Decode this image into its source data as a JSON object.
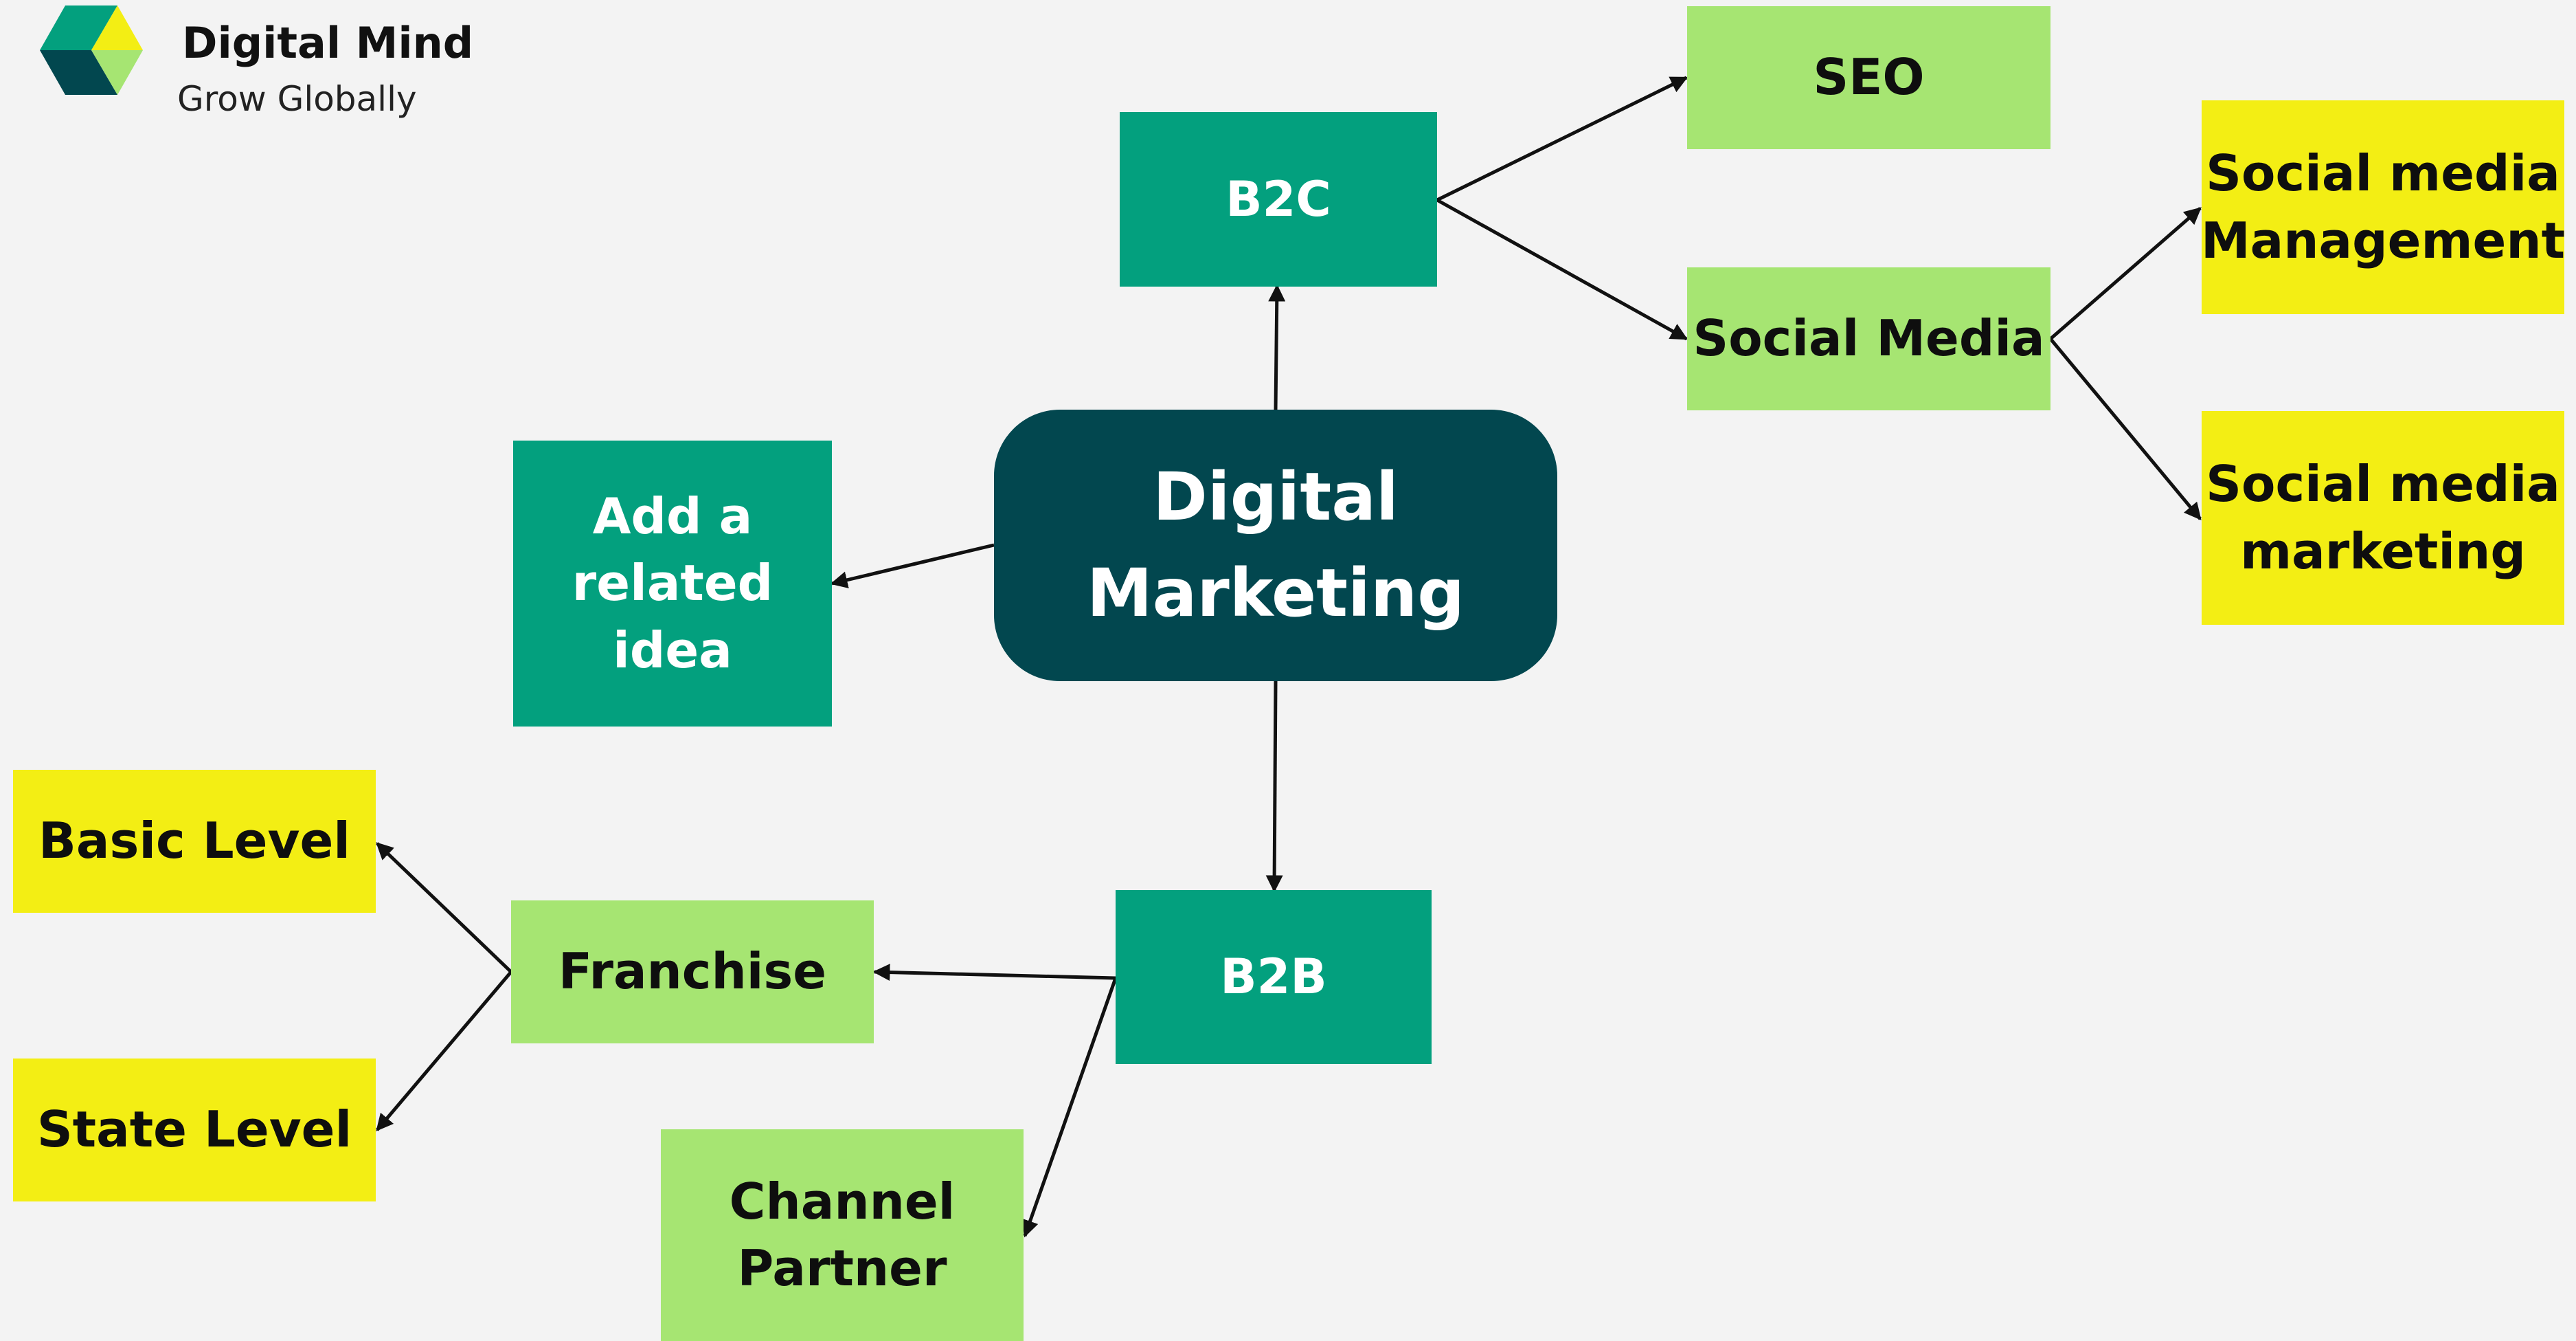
{
  "brand": {
    "name": "Digital Mind",
    "tagline": "Grow Globally",
    "logo_icon": "hexagon-cube-logo",
    "logo_colors": [
      "#03a07e",
      "#f3ee14",
      "#02474f",
      "#a6e572"
    ]
  },
  "colors": {
    "background": "#f3f3f3",
    "core": "#02474f",
    "teal": "#03a07e",
    "light_green": "#a6e572",
    "yellow": "#f3ee14",
    "line": "#111111"
  },
  "nodes": {
    "center": "Digital\nMarketing",
    "b2c": "B2C",
    "b2b": "B2B",
    "related": "Add a\nrelated\nidea",
    "seo": "SEO",
    "social_media": "Social Media",
    "sm_management": "Social media\nManagement",
    "sm_marketing": "Social media\nmarketing",
    "franchise": "Franchise",
    "channel_partner": "Channel\nPartner",
    "basic_level": "Basic Level",
    "state_level": "State Level"
  },
  "edges": [
    [
      "center",
      "b2c"
    ],
    [
      "center",
      "related"
    ],
    [
      "center",
      "b2b"
    ],
    [
      "b2c",
      "seo"
    ],
    [
      "b2c",
      "social_media"
    ],
    [
      "social_media",
      "sm_management"
    ],
    [
      "social_media",
      "sm_marketing"
    ],
    [
      "b2b",
      "franchise"
    ],
    [
      "b2b",
      "channel_partner"
    ],
    [
      "franchise",
      "basic_level"
    ],
    [
      "franchise",
      "state_level"
    ]
  ]
}
